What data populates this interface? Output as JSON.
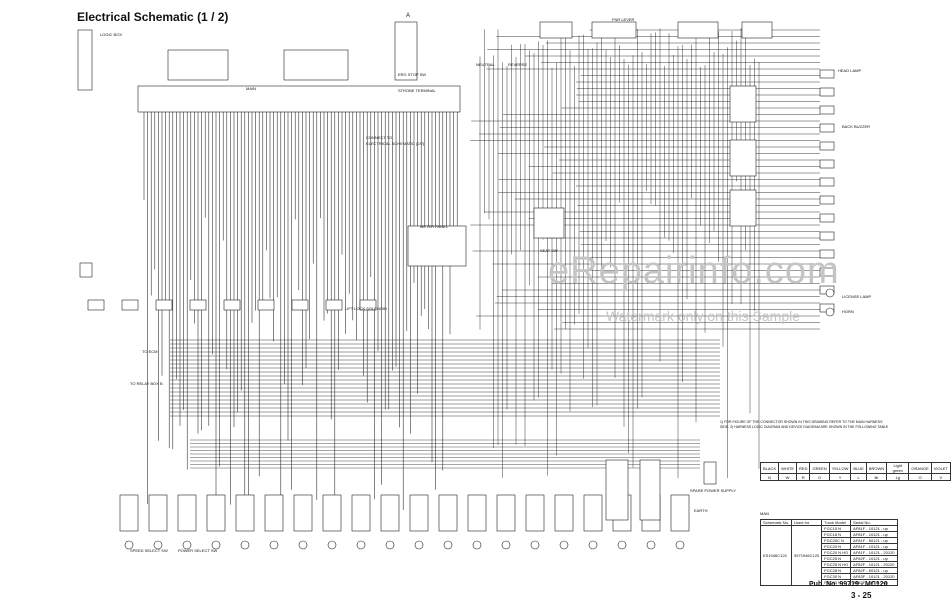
{
  "title": "Electrical Schematic (1 / 2)",
  "watermark": {
    "line1": "eRepairinfo.com",
    "line2": "Watermark only on this Sample"
  },
  "labels": {
    "logic_box": "LOGIC BOX",
    "main": "MAIN",
    "panel_a": "A",
    "erg_stop_sw": "ERG STOP SW",
    "strobe_terminal": "STROBE TERMINAL",
    "connect_to": "CONNECT TO",
    "connect_to_schematic": "ELECTRICAL SCHEMATIC (2/2)",
    "fnr_lever": "FNR LEVER",
    "head_lamp": "HEAD LAMP",
    "back_buzzer": "BACK BUZZER",
    "to_ecm": "TO ECM",
    "to_relay_box": "TO RELAY BOX B",
    "lift_lock_solenoid": "LIFT LOCK SOLENOID",
    "speed_select_sw": "SPEED SELECT SW",
    "power_select_sw": "POWER SELECT SW",
    "meter_panel": "METER PANEL",
    "seat_sw": "SEAT SW",
    "horn": "HORN",
    "license_lamp": "LICENSE LAMP",
    "spare_power_supply": "SPARE POWER SUPPLY",
    "earth": "EARTH",
    "neutral": "NEUTRAL",
    "reverse": "REVERSE"
  },
  "note_text": "1) FOR FIGURE OF THE CONNECTOR SHOWN IN THIS DRAWING REFER TO THE MAIN HARNESS SIDE. 2) HARNESS LOGIC DIAGRAM AND DEVICE DIAGRAM ARE SHOWN IN THE FOLLOWING TABLE",
  "wire_colors": {
    "names": [
      "BLACK",
      "WHITE",
      "RED",
      "GREEN",
      "YELLOW",
      "BLUE",
      "BROWN",
      "Light green",
      "ORANGE",
      "VIOLET"
    ],
    "codes": [
      "B",
      "W",
      "R",
      "G",
      "Y",
      "L",
      "Br",
      "Lg",
      "O",
      "V"
    ]
  },
  "schematic_table": {
    "note": "MAN",
    "headers": [
      "Schematic No.",
      "Used for",
      "Truck Model",
      "Serial No."
    ],
    "schematic_no": "ES1946C120",
    "used_for": "9971946C120",
    "rows": [
      [
        "FGC15 N",
        "AF81F - 10121 - up"
      ],
      [
        "FGC18 N",
        "AF81F - 10121 - up"
      ],
      [
        "FGC20C N",
        "AF81F - 60121 - up"
      ],
      [
        "FGC20 N",
        "AF81F - 10121 - up"
      ],
      [
        "FGC20 N HO",
        "AF81F - 10121 - 20120"
      ],
      [
        "FGC25 N",
        "AF82F - 10121 - up"
      ],
      [
        "FGC25 N HO",
        "AF82F - 10121 - 20120"
      ],
      [
        "FGC28 N",
        "AF82F - 60121 - up"
      ],
      [
        "FGC30 N",
        "AF83F - 10121 - 20120"
      ],
      [
        "FGC33 N",
        "AF83F - 10121 - up"
      ]
    ]
  },
  "pub_no": "Pub. No. 99719 - MC120",
  "page_no": "3 - 25"
}
